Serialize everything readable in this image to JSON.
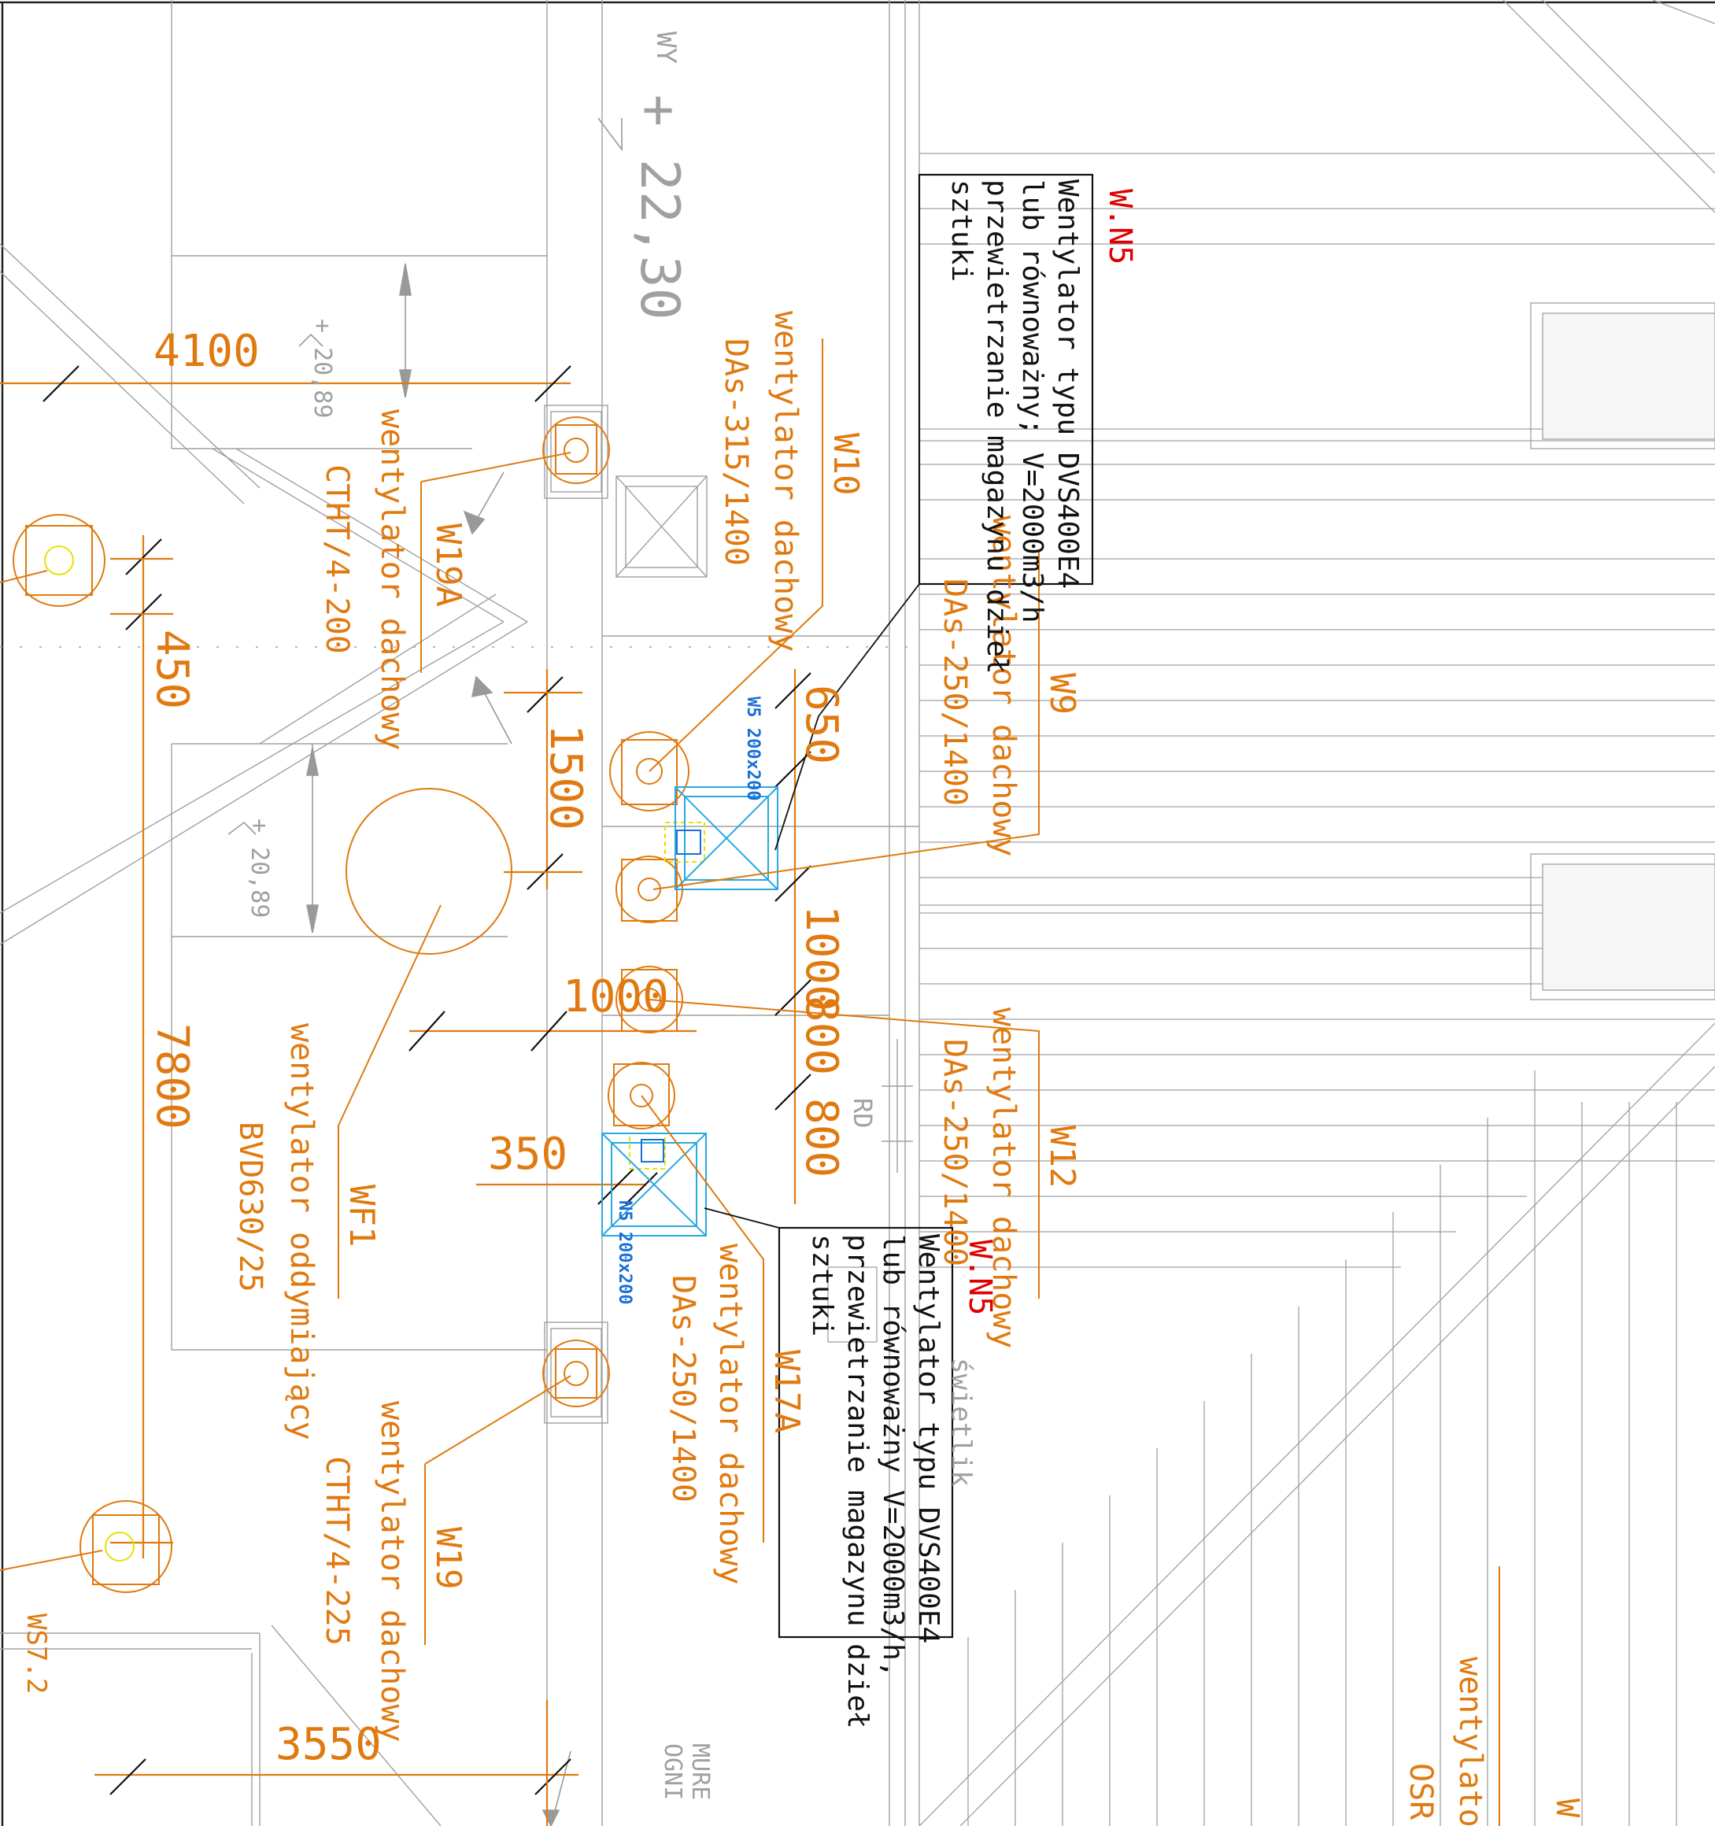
{
  "colors": {
    "annotation": "#e07a10",
    "structure": "#a0a0a0",
    "label_text": "#111111",
    "label_code": "#e00000",
    "duct": "#27a9e1",
    "marker": "#e8e000"
  },
  "levels": {
    "top": "+ 22,30",
    "mid1": "+ 20,89",
    "mid2": "+ 20,89",
    "top_fragment": "WY"
  },
  "dimensions": {
    "d4100": "4100",
    "d450": "450",
    "d1500": "1500",
    "d650": "650",
    "d1000a": "1000",
    "d1000b": "1000",
    "d800a": "800",
    "d800b": "800",
    "d350": "350",
    "d7800": "7800",
    "d3550": "3550"
  },
  "fans": {
    "w10": {
      "code": "W10",
      "line1": "wentylator dachowy",
      "line2": "DAs-315/1400"
    },
    "w9": {
      "code": "W9",
      "line1": "wentylator dachowy",
      "line2": "DAs-250/1400"
    },
    "w19a": {
      "code": "W19A",
      "line1": "wentylator dachowy",
      "line2": "CTHT/4-200"
    },
    "w12": {
      "code": "W12",
      "line1": "wentylator dachowy",
      "line2": "DAs-250/1400"
    },
    "wf1": {
      "code": "WF1",
      "line1": "wentylator oddymiający",
      "line2": "BVD630/25"
    },
    "w17a": {
      "code": "W17A",
      "line1": "wentylator dachowy",
      "line2": "DAs-250/1400"
    },
    "w19": {
      "code": "W19",
      "line1": "wentylator dachowy",
      "line2": "CTHT/4-225"
    },
    "edge": {
      "line1": "wentylator",
      "line2": "OSR"
    }
  },
  "callouts": {
    "top": {
      "code": "W.N5",
      "line1": "Wentylator typu DVS400E4",
      "line2": "lub równoważny; V=2000m3/h",
      "line3": "przewietrzanie magazynu dzieł",
      "line4": "sztuki"
    },
    "bottom": {
      "code": "W.N5",
      "line1": "Wentylator typu DVS400E4",
      "line2": "lub równoważny V=2000m3/h,",
      "line3": "przewietrzanie magazynu dzieł",
      "line4": "sztuki"
    }
  },
  "ducts": {
    "w5": "W5 200x200",
    "n5": "N5 200x200"
  },
  "misc": {
    "rd": "RD",
    "skylight": "świetlik",
    "wall1": "MURE",
    "wall2": "OGNI",
    "ws_fragment": "WS7.2",
    "w_fragment": "W"
  }
}
